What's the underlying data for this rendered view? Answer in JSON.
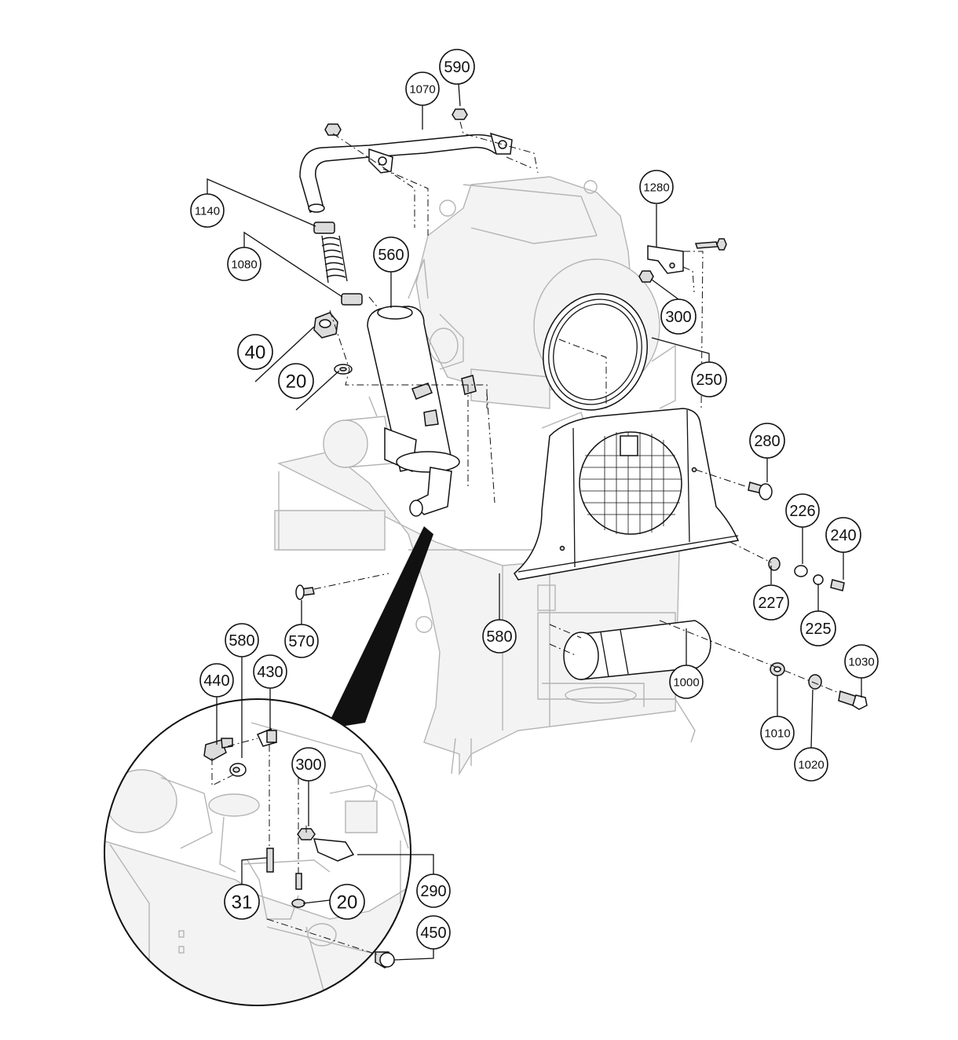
{
  "diagram": {
    "callouts": [
      {
        "id": "c590",
        "label": "590"
      },
      {
        "id": "c1070",
        "label": "1070"
      },
      {
        "id": "c1280",
        "label": "1280"
      },
      {
        "id": "c1140",
        "label": "1140"
      },
      {
        "id": "c1080",
        "label": "1080"
      },
      {
        "id": "c560",
        "label": "560"
      },
      {
        "id": "c300a",
        "label": "300"
      },
      {
        "id": "c40",
        "label": "40"
      },
      {
        "id": "c20a",
        "label": "20"
      },
      {
        "id": "c250",
        "label": "250"
      },
      {
        "id": "c280",
        "label": "280"
      },
      {
        "id": "c226",
        "label": "226"
      },
      {
        "id": "c240",
        "label": "240"
      },
      {
        "id": "c227",
        "label": "227"
      },
      {
        "id": "c225",
        "label": "225"
      },
      {
        "id": "c570",
        "label": "570"
      },
      {
        "id": "c580a",
        "label": "580"
      },
      {
        "id": "c1000",
        "label": "1000"
      },
      {
        "id": "c1030",
        "label": "1030"
      },
      {
        "id": "c1010",
        "label": "1010"
      },
      {
        "id": "c1020",
        "label": "1020"
      },
      {
        "id": "c580b",
        "label": "580"
      },
      {
        "id": "c440",
        "label": "440"
      },
      {
        "id": "c430",
        "label": "430"
      },
      {
        "id": "c300b",
        "label": "300"
      },
      {
        "id": "c290",
        "label": "290"
      },
      {
        "id": "c31",
        "label": "31"
      },
      {
        "id": "c20b",
        "label": "20"
      },
      {
        "id": "c450",
        "label": "450"
      }
    ]
  }
}
